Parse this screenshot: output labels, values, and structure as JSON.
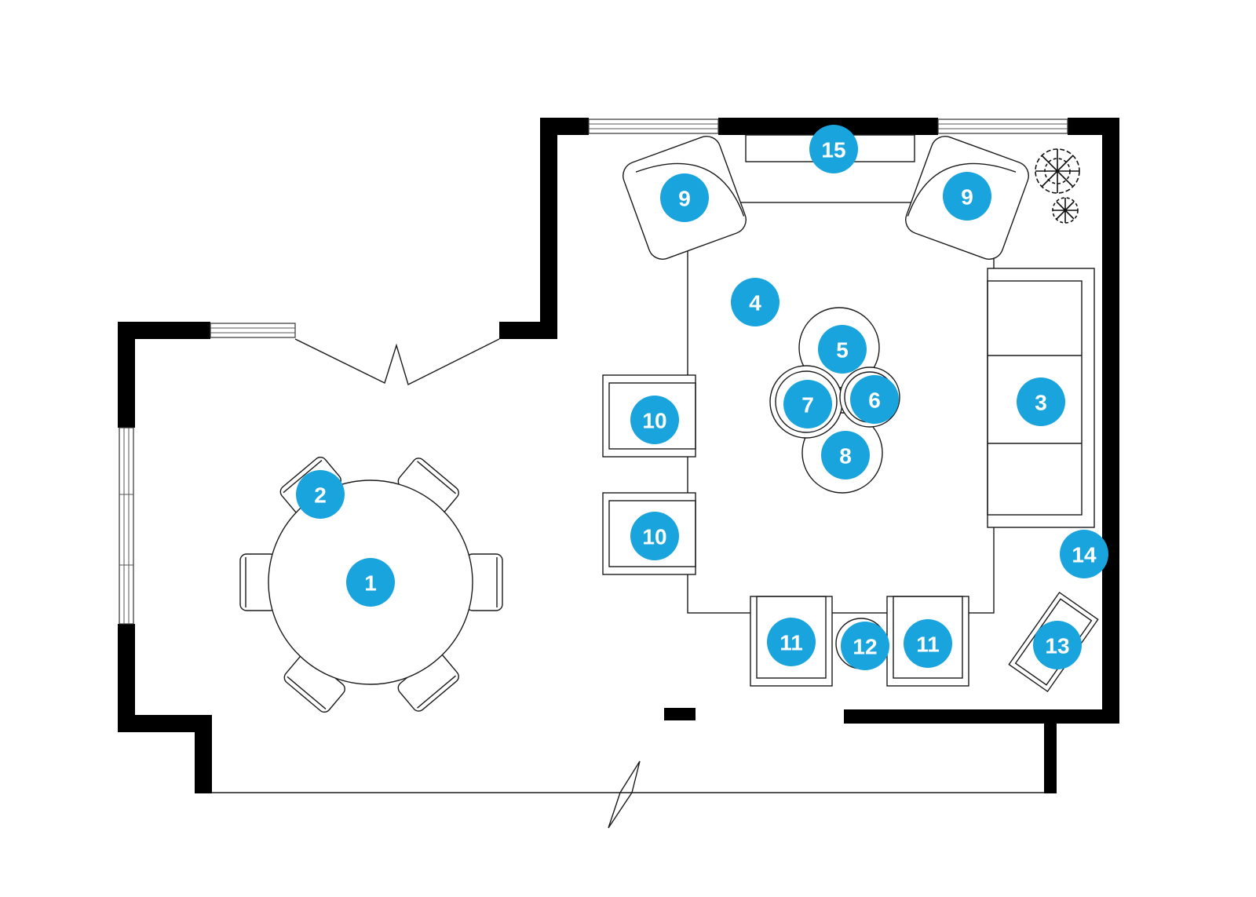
{
  "floor_plan": {
    "markers": [
      {
        "id": "table",
        "label": "1"
      },
      {
        "id": "dining-chair",
        "label": "2"
      },
      {
        "id": "sofa",
        "label": "3"
      },
      {
        "id": "rug",
        "label": "4"
      },
      {
        "id": "nesting-table-a",
        "label": "5"
      },
      {
        "id": "nesting-table-b",
        "label": "6"
      },
      {
        "id": "nesting-table-c",
        "label": "7"
      },
      {
        "id": "nesting-table-d",
        "label": "8"
      },
      {
        "id": "corner-armchair-left",
        "label": "9"
      },
      {
        "id": "corner-armchair-right",
        "label": "9"
      },
      {
        "id": "side-chair-top",
        "label": "10"
      },
      {
        "id": "side-chair-bottom",
        "label": "10"
      },
      {
        "id": "bottom-armchair-left",
        "label": "11"
      },
      {
        "id": "side-table",
        "label": "12"
      },
      {
        "id": "bottom-armchair-right",
        "label": "11"
      },
      {
        "id": "bench",
        "label": "13"
      },
      {
        "id": "lamp",
        "label": "14"
      },
      {
        "id": "fireplace",
        "label": "15"
      }
    ],
    "colors": {
      "marker": "#1aa4dd",
      "wall": "#000000",
      "line": "#1a1a1a"
    }
  }
}
